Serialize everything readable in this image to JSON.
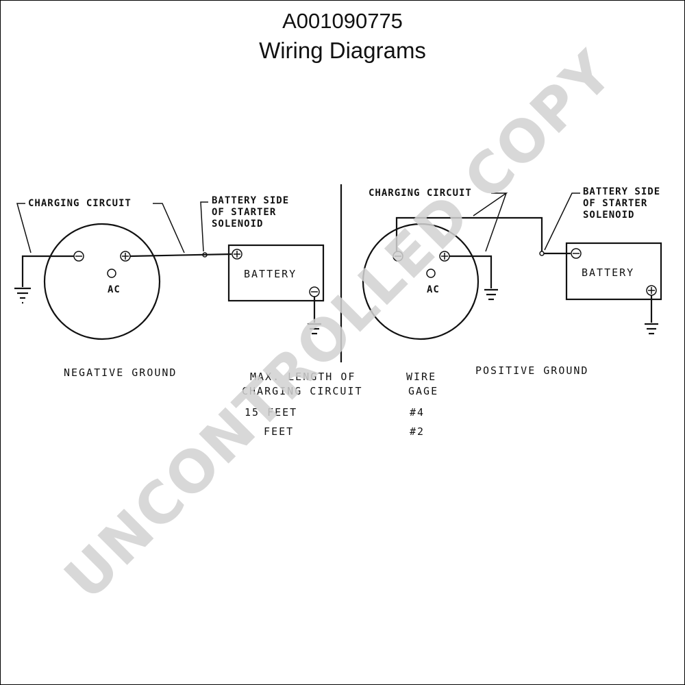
{
  "header": {
    "code": "A001090775",
    "title": "Wiring Diagrams"
  },
  "negative_ground": {
    "label": "NEGATIVE GROUND",
    "charging_circuit": "CHARGING CIRCUIT",
    "solenoid_line1": "BATTERY SIDE",
    "solenoid_line2": "OF STARTER",
    "solenoid_line3": "SOLENOID",
    "alternator_label": "AC",
    "battery_label": "BATTERY"
  },
  "positive_ground": {
    "label": "POSITIVE GROUND",
    "charging_circuit": "CHARGING CIRCUIT",
    "solenoid_line1": "BATTERY SIDE",
    "solenoid_line2": "OF STARTER",
    "solenoid_line3": "SOLENOID",
    "alternator_label": "AC",
    "battery_label": "BATTERY"
  },
  "wire_table": {
    "col1_header_line1": "MAX. LENGTH OF",
    "col1_header_line2": "CHARGING CIRCUIT",
    "col2_header_line1": "WIRE",
    "col2_header_line2": "GAGE",
    "rows": [
      {
        "length": "15 FEET",
        "gage": "#4"
      },
      {
        "length": "  FEET",
        "gage": "#2"
      }
    ]
  },
  "watermark": "UNCONTROLLED COPY"
}
